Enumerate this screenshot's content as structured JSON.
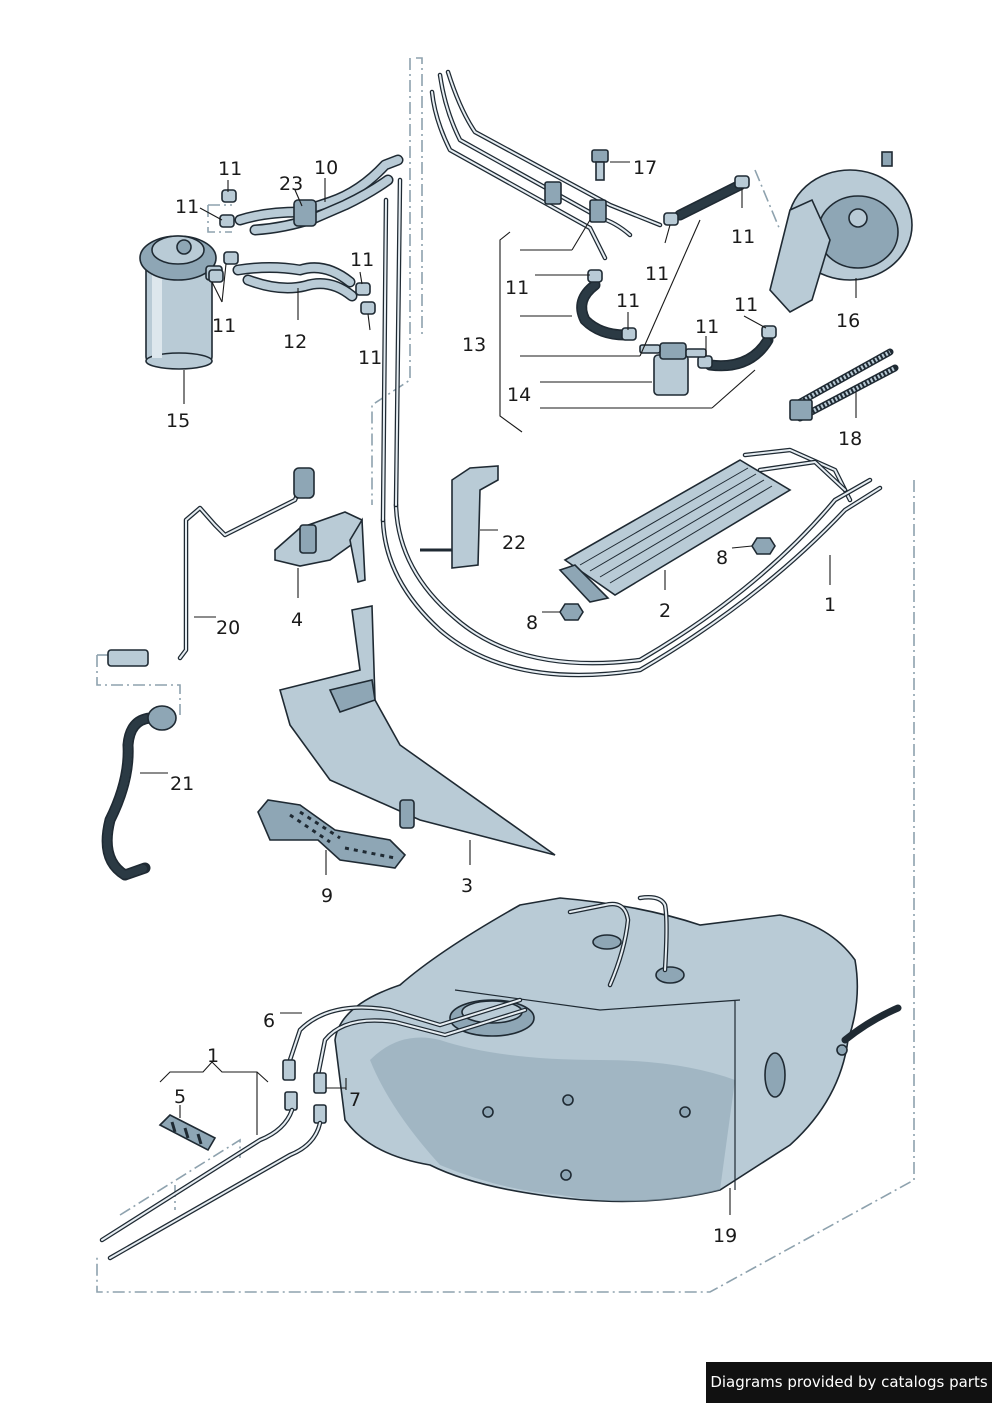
{
  "callouts": {
    "c1_top": "1",
    "c1_bottom": "1",
    "c2": "2",
    "c3": "3",
    "c4": "4",
    "c5": "5",
    "c6": "6",
    "c7": "7",
    "c8_a": "8",
    "c8_b": "8",
    "c9": "9",
    "c10": "10",
    "c11_a": "11",
    "c11_b": "11",
    "c11_c": "11",
    "c11_d": "11",
    "c11_e": "11",
    "c11_f": "11",
    "c11_g": "11",
    "c11_h": "11",
    "c11_i": "11",
    "c11_j": "11",
    "c11_k": "11",
    "c12": "12",
    "c13": "13",
    "c14": "14",
    "c15": "15",
    "c16": "16",
    "c17": "17",
    "c18": "18",
    "c19": "19",
    "c20": "20",
    "c21": "21",
    "c22": "22",
    "c23": "23"
  },
  "credit": "Diagrams provided by catalogs parts",
  "colors": {
    "part_fill": "#b9cbd6",
    "part_dark": "#8ea6b5",
    "outline": "#1f2a33",
    "dashed_boundary": "#8ea2ae",
    "credit_bg": "#111111"
  }
}
